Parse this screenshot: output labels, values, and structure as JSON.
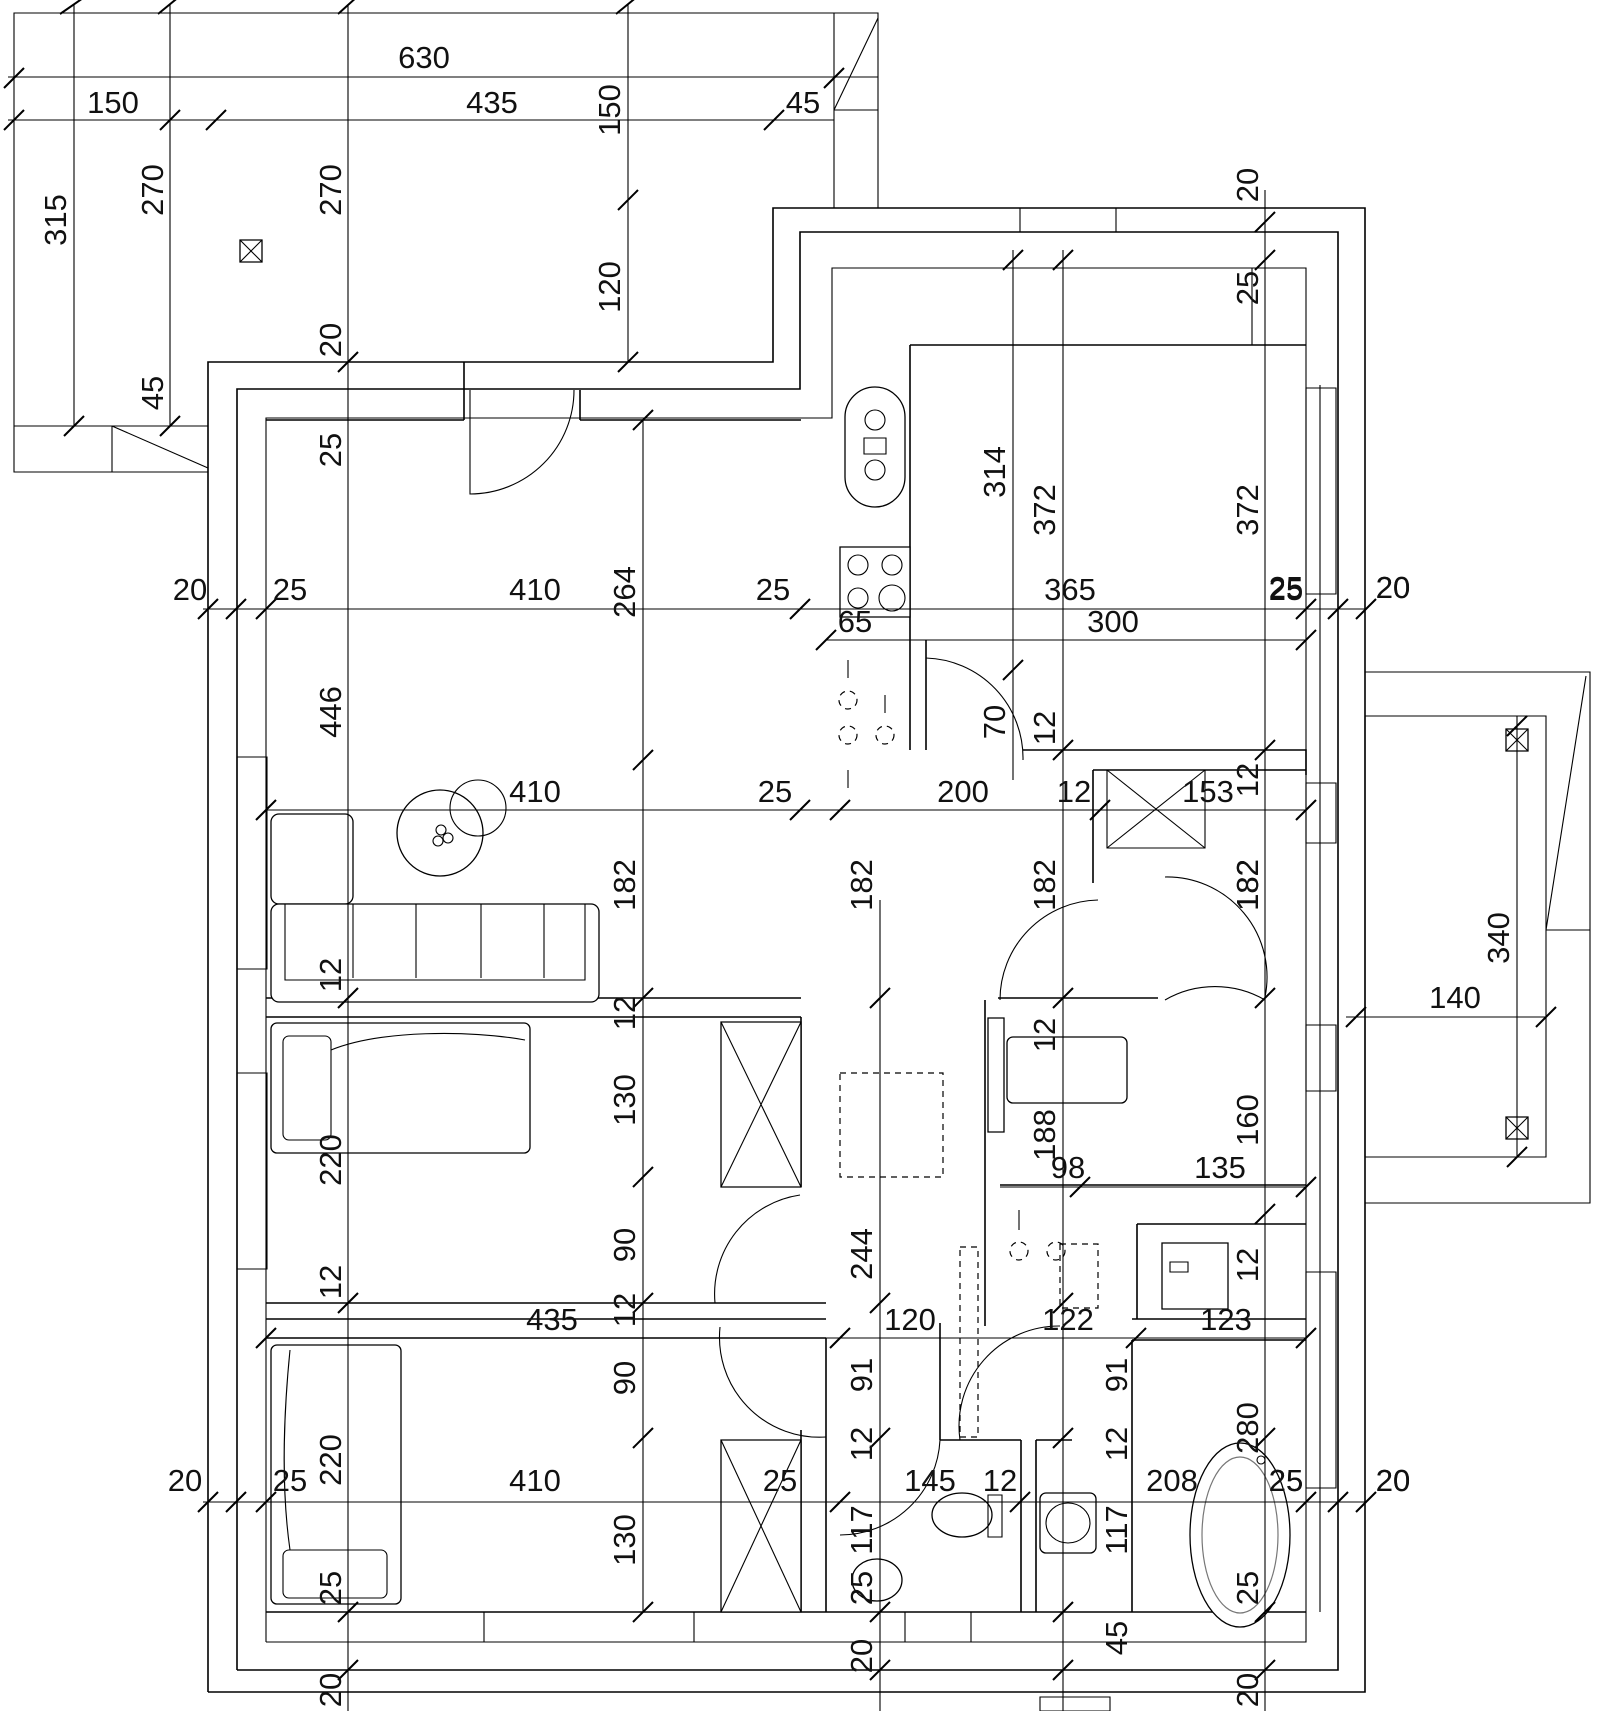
{
  "drawing": {
    "type": "architectural floor plan",
    "units": "cm"
  },
  "dimensions": {
    "top": [
      "630",
      "150",
      "435",
      "45",
      "150",
      "120",
      "270",
      "270",
      "315",
      "20",
      "45",
      "25"
    ],
    "right": [
      "20",
      "25",
      "372",
      "372",
      "314",
      "20",
      "25",
      "340",
      "140",
      "182",
      "160",
      "135",
      "12",
      "123",
      "280",
      "25",
      "20"
    ],
    "row_1": [
      "20",
      "25",
      "410",
      "264",
      "25",
      "365",
      "25",
      "20",
      "65",
      "300"
    ],
    "row_2": [
      "446",
      "410",
      "25",
      "200",
      "70",
      "12",
      "12",
      "153",
      "12"
    ],
    "row_3": [
      "182",
      "182",
      "182",
      "182",
      "12",
      "12",
      "12",
      "130",
      "220",
      "188",
      "98"
    ],
    "row_4": [
      "90",
      "244",
      "12",
      "435",
      "12",
      "120",
      "122",
      "91",
      "91",
      "90",
      "12",
      "12"
    ],
    "row_5": [
      "20",
      "25",
      "220",
      "410",
      "25",
      "145",
      "12",
      "208",
      "25",
      "20",
      "130",
      "117",
      "117",
      "25",
      "25"
    ],
    "bottom": [
      "20",
      "20",
      "45",
      "20",
      "25"
    ]
  },
  "symbols": {
    "sink": "double-sink-icon",
    "hob": "four-burner-hob-icon",
    "bed": "bed-icon",
    "sofa": "sofa-icon",
    "table": "round-table-icon",
    "wardrobe": "wardrobe-icon",
    "toilet": "toilet-icon",
    "washbasin": "washbasin-icon",
    "bathtub": "bathtub-icon",
    "washer": "washing-machine-icon"
  }
}
